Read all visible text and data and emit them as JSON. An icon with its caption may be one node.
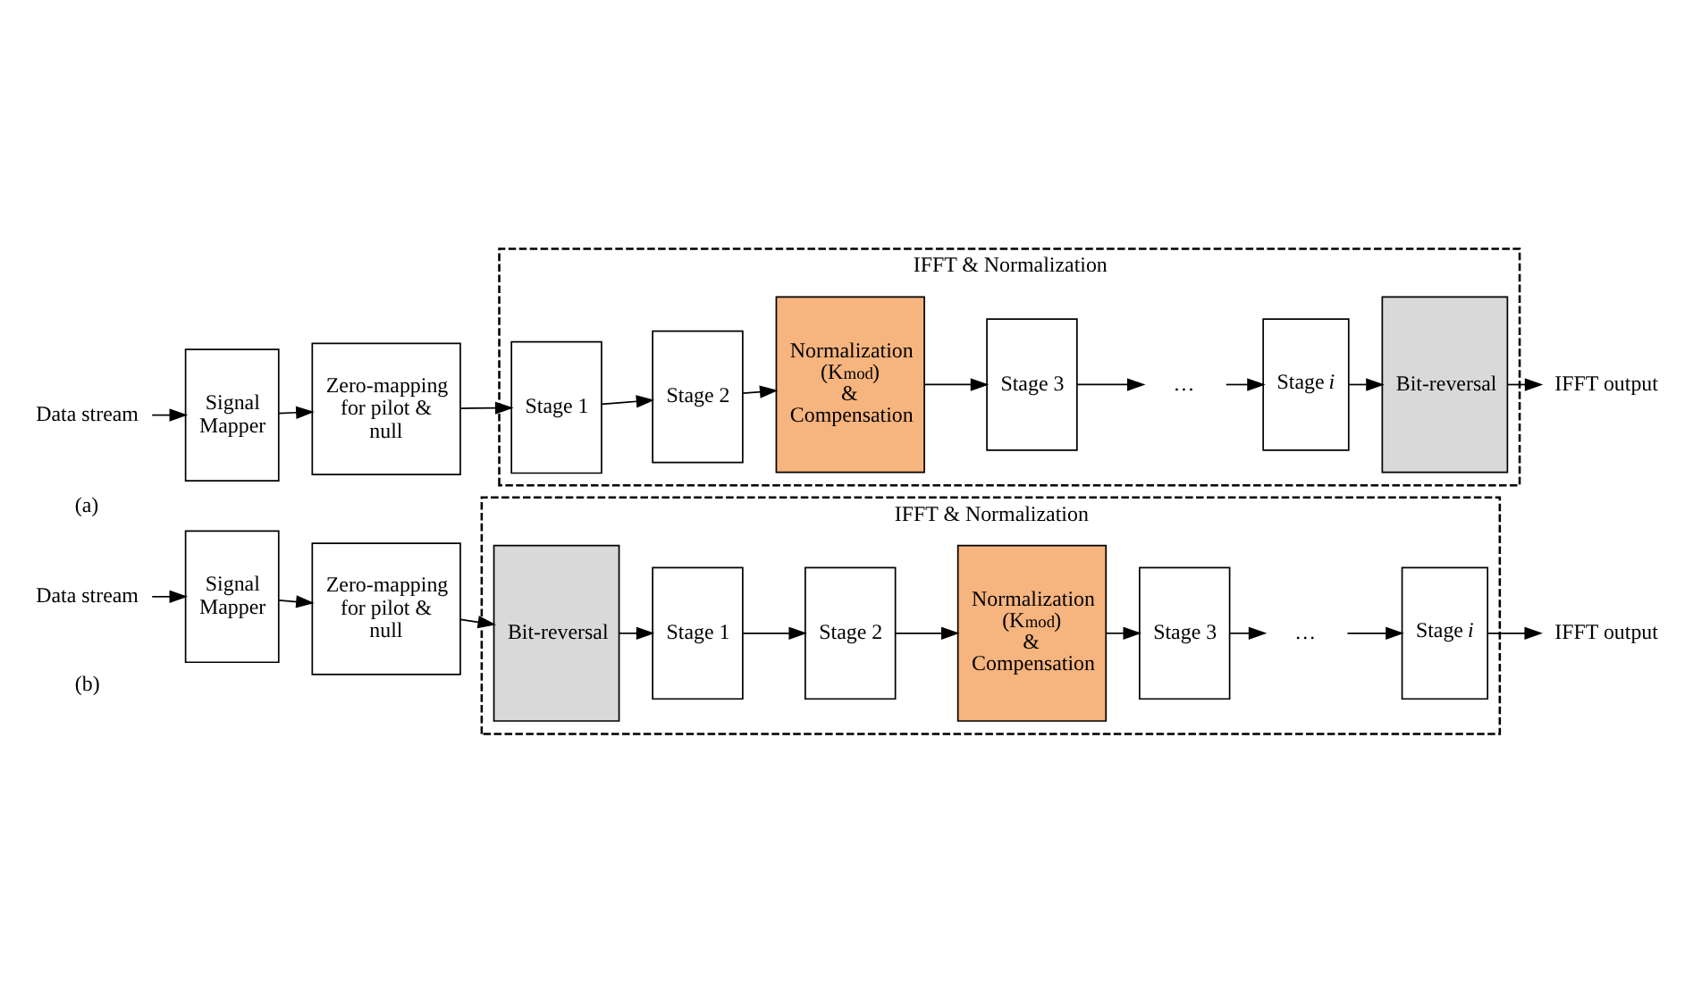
{
  "diagram": {
    "nodes": [
      {
        "text": [
          "Data stream"
        ]
      },
      {
        "text": [
          "Signal Mapper"
        ]
      },
      {
        "text": [
          "Zero-mapping for pilot & null"
        ]
      },
      {
        "text": [
          "IFFT & Normalization"
        ]
      },
      {
        "text": [
          "Stage 1"
        ],
        "in": 3
      },
      {
        "text": [
          "Stage 2"
        ],
        "in": 3
      },
      {
        "text": [
          "Normalization (K$_{mod}$) & Compensation"
        ],
        "in": 3
      },
      {
        "text": [
          "Stage 3"
        ],
        "in": 3
      },
      {
        "text": [
          "…"
        ],
        "in": 3
      },
      {
        "text": [
          "Stage *i*"
        ],
        "in": 3
      },
      {
        "text": [
          "Bit-reversal"
        ],
        "in": 3
      },
      {
        "text": [
          "IFFT output"
        ]
      },
      {
        "text": [
          "Data stream"
        ]
      },
      {
        "text": [
          "Signal Mapper"
        ]
      },
      {
        "text": [
          "Zero-mapping for pilot & null"
        ]
      },
      {
        "text": [
          "IFFT & Normalization"
        ]
      },
      {
        "text": [
          "Bit-reversal"
        ],
        "in": 15
      },
      {
        "text": [
          "Stage 1"
        ],
        "in": 15
      },
      {
        "text": [
          "Stage 2"
        ],
        "in": 15
      },
      {
        "text": [
          "Normalization (K$_{mod}$) & Compensation"
        ],
        "in": 15
      },
      {
        "text": [
          "Stage 3"
        ],
        "in": 15
      },
      {
        "text": [
          "…"
        ],
        "in": 15
      },
      {
        "text": [
          "Stage *i*"
        ],
        "in": 15
      },
      {
        "text": [
          "IFFT output"
        ]
      }
    ],
    "edges": [
      {
        "from": 0,
        "to": 1,
        "arrow": "to"
      },
      {
        "from": 1,
        "to": 2,
        "arrow": "to"
      },
      {
        "from": 2,
        "to": 4,
        "arrow": "to"
      },
      {
        "from": 4,
        "to": 5,
        "arrow": "to"
      },
      {
        "from": 5,
        "to": 6,
        "arrow": "to"
      },
      {
        "from": 6,
        "to": 7,
        "arrow": "to"
      },
      {
        "from": 7,
        "to": 8,
        "arrow": "to"
      },
      {
        "from": 8,
        "to": 9,
        "arrow": "to"
      },
      {
        "from": 9,
        "to": 10,
        "arrow": "to"
      },
      {
        "from": 10,
        "to": 11,
        "arrow": "to"
      },
      {
        "from": 12,
        "to": 13,
        "arrow": "to"
      },
      {
        "from": 13,
        "to": 14,
        "arrow": "to"
      },
      {
        "from": 14,
        "to": 16,
        "arrow": "to"
      },
      {
        "from": 16,
        "to": 17,
        "arrow": "to"
      },
      {
        "from": 17,
        "to": 18,
        "arrow": "to"
      },
      {
        "from": 18,
        "to": 19,
        "arrow": "to"
      },
      {
        "from": 19,
        "to": 20,
        "arrow": "to"
      },
      {
        "from": 20,
        "to": 21,
        "arrow": "to"
      },
      {
        "from": 21,
        "to": 22,
        "arrow": "to"
      },
      {
        "from": 22,
        "to": 23,
        "arrow": "to"
      }
    ],
    "labels": [
      "(a)",
      "(b)"
    ]
  }
}
